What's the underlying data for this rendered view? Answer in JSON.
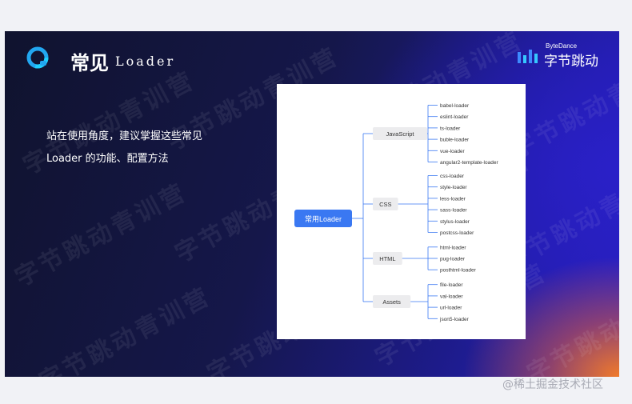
{
  "slide": {
    "title_cn": "常见",
    "title_en": "Loader",
    "description_lines": [
      "站在使用角度，建议掌握这些常见",
      "Loader 的功能、配置方法"
    ],
    "watermark_text": "字节跳动青训营",
    "colors": {
      "accent": "#3a78f2",
      "bg_dark": "#10132e",
      "bg_blue": "#2a22c0",
      "bg_orange": "#f07a2a"
    }
  },
  "brand": {
    "english": "ByteDance",
    "chinese": "字节跳动",
    "icon": "bytedance-bars-icon"
  },
  "logo": {
    "icon": "course-logo-icon"
  },
  "mindmap": {
    "root": "常用Loader",
    "groups": [
      {
        "name": "JavaScript",
        "items": [
          "babel-loader",
          "eslint-loader",
          "ts-loader",
          "buble-loader",
          "vue-loader",
          "angular2-template-loader"
        ]
      },
      {
        "name": "CSS",
        "items": [
          "css-loader",
          "style-loader",
          "less-loader",
          "sass-loader",
          "stylus-loader",
          "postcss-loader"
        ]
      },
      {
        "name": "HTML",
        "items": [
          "html-loader",
          "pug-loader",
          "posthtml-loader"
        ]
      },
      {
        "name": "Assets",
        "items": [
          "file-loader",
          "val-loader",
          "url-loader",
          "json5-loader"
        ]
      }
    ]
  },
  "footer_watermark": "@稀土掘金技术社区"
}
